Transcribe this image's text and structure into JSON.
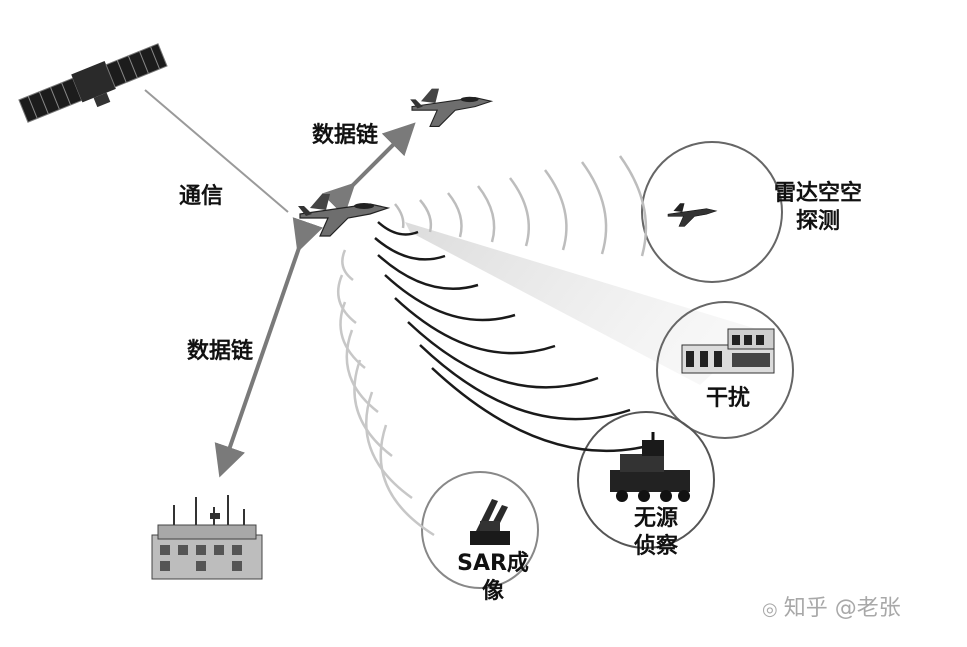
{
  "labels": {
    "comm": "通信",
    "datalink_top": "数据链",
    "datalink_left": "数据链",
    "radar_line1": "雷达空空",
    "radar_line2": "探测",
    "jamming": "干扰",
    "passive_line1": "无源",
    "passive_line2": "侦察",
    "sar_line1": "SAR成",
    "sar_line2": "像"
  },
  "watermark": {
    "icon": "wechat-icon",
    "text": "知乎 @老张"
  },
  "colors": {
    "link_line": "#8c8c8c",
    "wave": "#1a1a1a",
    "wave_light": "#bdbdbd",
    "beam": "#e6e6e6"
  }
}
